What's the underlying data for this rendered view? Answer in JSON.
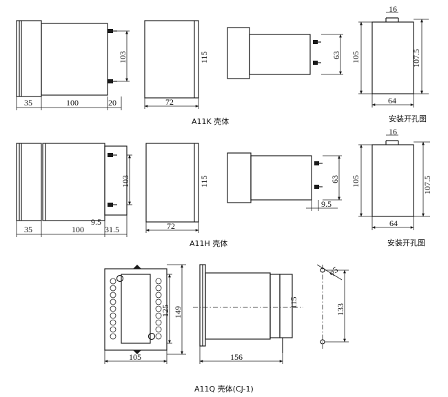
{
  "rows": {
    "a11k": {
      "caption": "A11K 壳体",
      "install_caption": "安装开孔图",
      "dims": {
        "side_w1": "35",
        "side_w2": "100",
        "side_w3": "20",
        "side_h": "103",
        "front_w": "72",
        "front_h": "115",
        "top_h": "63",
        "panel_w": "64",
        "panel_top": "16",
        "panel_h_outer": "105",
        "panel_h_inner": "107.5"
      }
    },
    "a11h": {
      "caption": "A11H 壳体",
      "install_caption": "安装开孔图",
      "dims": {
        "side_w1": "35",
        "side_w2": "100",
        "side_w3": "9.5",
        "side_w4": "31.5",
        "side_h": "103",
        "front_w": "72",
        "front_h": "115",
        "top_h": "63",
        "top_w": "9.5",
        "panel_w": "64",
        "panel_top": "16",
        "panel_h_outer": "105",
        "panel_h_inner": "107.5"
      }
    },
    "a11q": {
      "caption": "A11Q 壳体(CJ-1)",
      "dims": {
        "front_w": "105",
        "front_h_inner": "125",
        "front_h_outer": "149",
        "side_w": "156",
        "side_h": "115",
        "hole_h": "133",
        "hole_d": "φ5"
      }
    }
  }
}
